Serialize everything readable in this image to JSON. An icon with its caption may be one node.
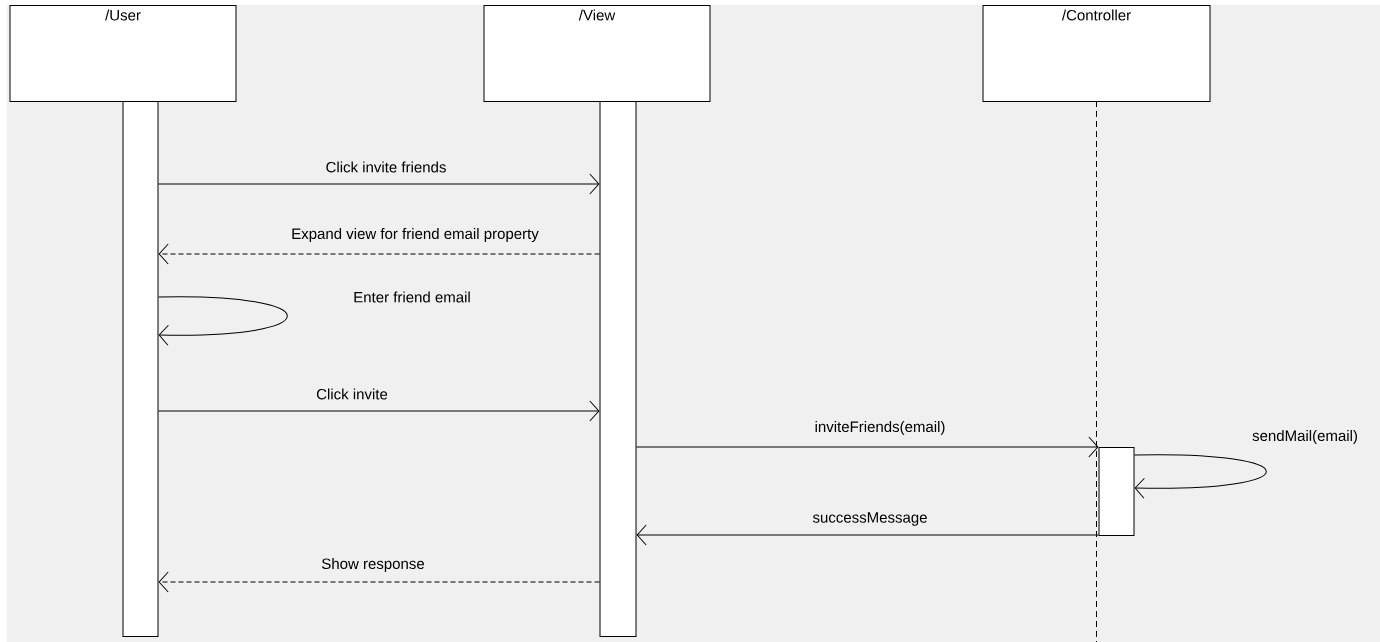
{
  "diagram": {
    "nodes": [
      {
        "text": [
          "/User"
        ]
      },
      {
        "text": [
          "/View"
        ]
      },
      {
        "text": [
          "/Controller"
        ]
      },
      {
        "text": [],
        "shape": "bar"
      },
      {
        "text": [],
        "shape": "bar"
      },
      {
        "text": [],
        "shape": "bar"
      }
    ],
    "edges": [
      {
        "from": 3,
        "to": 4,
        "arrow": "to",
        "label": "Click invite friends"
      },
      {
        "from": 4,
        "to": 3,
        "arrow": "to",
        "label": "Expand view for friend email property",
        "style": "dashed"
      },
      {
        "from": 3,
        "to": 3,
        "arrow": "to",
        "label": "Enter friend email"
      },
      {
        "from": 3,
        "to": 4,
        "arrow": "to",
        "label": "Click invite"
      },
      {
        "from": 4,
        "to": 5,
        "arrow": "to",
        "label": "inviteFriends(email)"
      },
      {
        "from": 5,
        "to": 5,
        "arrow": "to",
        "label": "sendMail(email)"
      },
      {
        "from": 5,
        "to": 4,
        "arrow": "to",
        "label": "successMessage"
      },
      {
        "from": 4,
        "to": 3,
        "arrow": "to",
        "label": "Show response",
        "style": "dashed"
      }
    ]
  }
}
